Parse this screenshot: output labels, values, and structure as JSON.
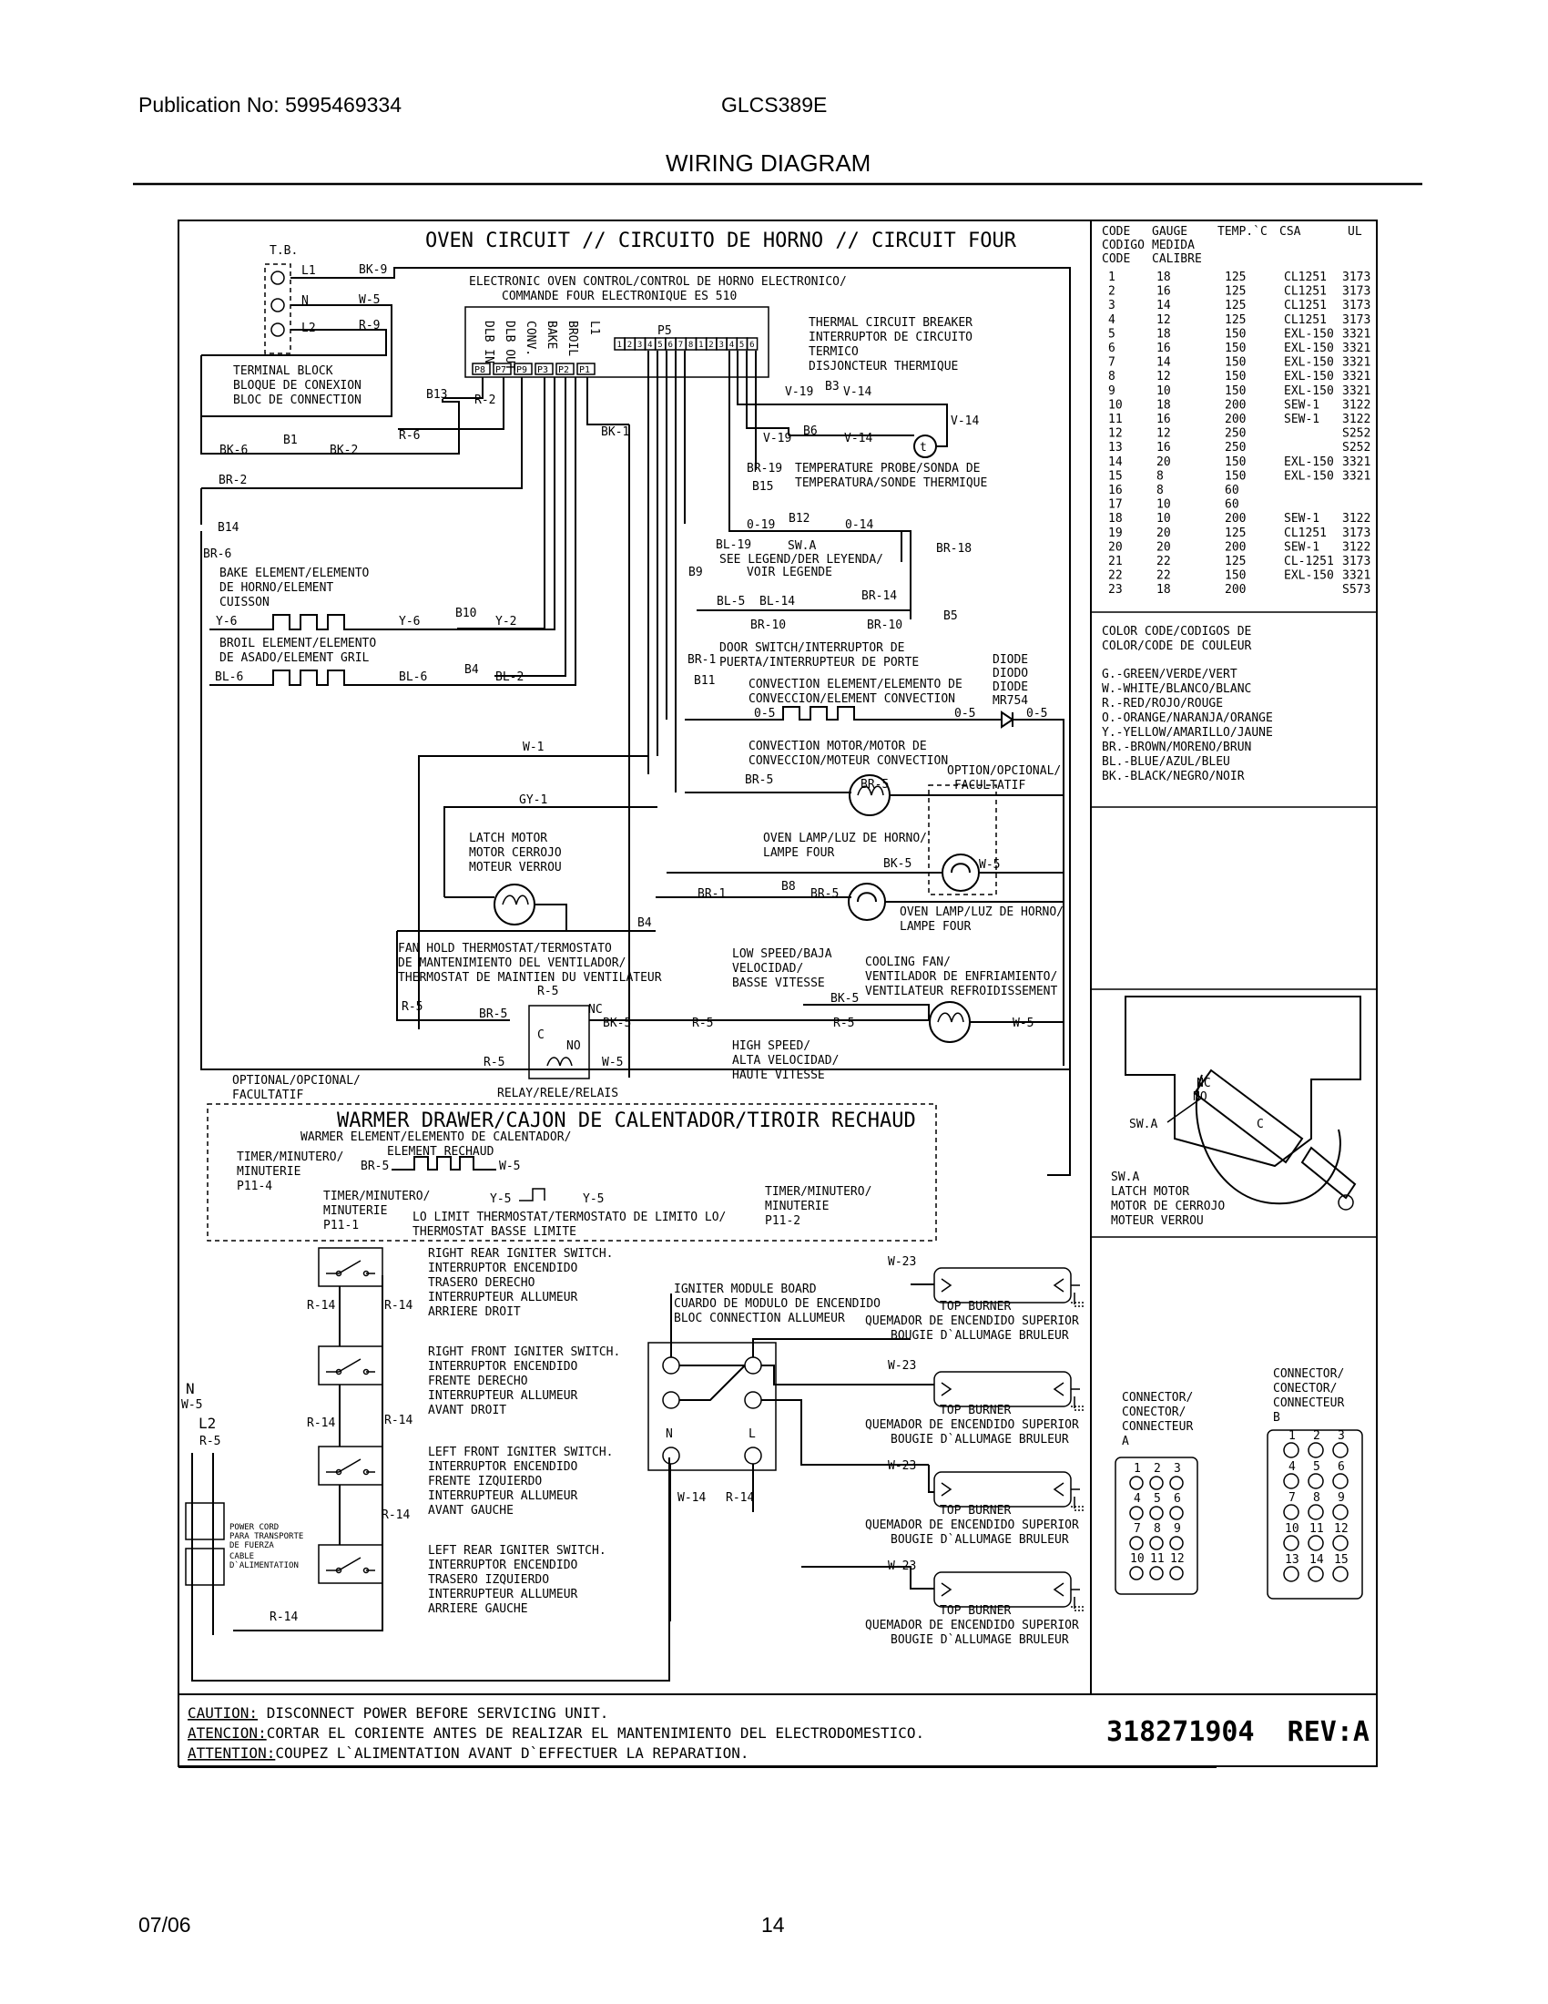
{
  "header": {
    "publication": "Publication No: 5995469334",
    "model": "GLCS389E",
    "title": "WIRING DIAGRAM"
  },
  "footer": {
    "date": "07/06",
    "page": "14"
  },
  "diagram": {
    "oven_title": "OVEN CIRCUIT // CIRCUITO DE HORNO // CIRCUIT FOUR",
    "terminal_block": {
      "tb": "T.B.",
      "l1": "L1",
      "n": "N",
      "l2": "L2",
      "wires": [
        "BK-9",
        "W-5",
        "R-9"
      ],
      "label": [
        "TERMINAL BLOCK",
        "BLOQUE DE CONEXION",
        "BLOC DE CONNECTION"
      ]
    },
    "control": {
      "label": [
        "ELECTRONIC OVEN CONTROL/CONTROL DE HORNO ELECTRONICO/",
        "COMMANDE FOUR ELECTRONIQUE ES 510"
      ],
      "outputs": [
        "DLB IN",
        "DLB OUT",
        "CONV.",
        "BAKE",
        "BROIL",
        "L1"
      ],
      "pins": [
        "P8",
        "P7",
        "P9",
        "P3",
        "P2",
        "P1"
      ],
      "p5": "P5",
      "p5_pins": [
        "1",
        "2",
        "3",
        "4",
        "5",
        "6",
        "7",
        "8",
        "1",
        "2",
        "3",
        "4",
        "5",
        "6"
      ]
    },
    "breaker": [
      "THERMAL CIRCUIT BREAKER",
      "INTERRUPTOR DE CIRCUITO",
      "TERMICO",
      "DISJONCTEUR THERMIQUE"
    ],
    "probe": [
      "TEMPERATURE PROBE/SONDA DE",
      "TEMPERATURA/SONDE THERMIQUE"
    ],
    "bake": [
      "BAKE ELEMENT/ELEMENTO",
      "DE HORNO/ELEMENT",
      "CUISSON"
    ],
    "broil": [
      "BROIL ELEMENT/ELEMENTO",
      "DE ASADO/ELEMENT GRIL"
    ],
    "sw_legend": [
      "SEE LEGEND/DER LEYENDA/",
      "VOIR LEGENDE"
    ],
    "door": [
      "DOOR SWITCH/INTERRUPTOR DE",
      "PUERTA/INTERRUPTEUR DE PORTE"
    ],
    "conv_element": [
      "CONVECTION ELEMENT/ELEMENTO DE",
      "CONVECCION/ELEMENT CONVECTION"
    ],
    "diode": [
      "DIODE",
      "DIODO",
      "DIODE",
      "MR754"
    ],
    "conv_motor": [
      "CONVECTION MOTOR/MOTOR DE",
      "CONVECCION/MOTEUR CONVECTION"
    ],
    "optional": [
      "OPTION/OPCIONAL/",
      "FACULTATIF"
    ],
    "latch": [
      "LATCH MOTOR",
      "MOTOR CERROJO",
      "MOTEUR VERROU"
    ],
    "lamp1": [
      "OVEN LAMP/LUZ DE HORNO/",
      "LAMPE FOUR"
    ],
    "lamp2": [
      "OVEN LAMP/LUZ DE HORNO/",
      "LAMPE FOUR"
    ],
    "fan_thermo": [
      "FAN HOLD THERMOSTAT/TERMOSTATO",
      "DE MANTENIMIENTO DEL VENTILADOR/",
      "THERMOSTAT DE MAINTIEN DU VENTILATEUR"
    ],
    "low_speed": [
      "LOW SPEED/BAJA",
      "VELOCIDAD/",
      "BASSE VITESSE"
    ],
    "cooling_fan": [
      "COOLING FAN/",
      "VENTILADOR DE ENFRIAMIENTO/",
      "VENTILATEUR REFROIDISSEMENT"
    ],
    "high_speed": [
      "HIGH SPEED/",
      "ALTA VELOCIDAD/",
      "HAUTE VITESSE"
    ],
    "relay": "RELAY/RELE/RELAIS",
    "optional2": [
      "OPTIONAL/OPCIONAL/",
      "FACULTATIF"
    ],
    "warmer_title": "WARMER DRAWER/CAJON DE CALENTADOR/TIROIR RECHAUD",
    "warmer_element": [
      "WARMER ELEMENT/ELEMENTO DE CALENTADOR/",
      "ELEMENT RECHAUD"
    ],
    "timer1": [
      "TIMER/MINUTERO/",
      "MINUTERIE",
      "P11-4"
    ],
    "timer2": [
      "TIMER/MINUTERO/",
      "MINUTERIE",
      "P11-1"
    ],
    "timer3": [
      "TIMER/MINUTERO/",
      "MINUTERIE",
      "P11-2"
    ],
    "lo_limit": [
      "LO LIMIT THERMOSTAT/TERMOSTATO DE LIMITO LO/",
      "THERMOSTAT BASSE LIMITE"
    ],
    "switches": [
      [
        "RIGHT REAR IGNITER SWITCH.",
        "INTERRUPTOR ENCENDIDO",
        "TRASERO DERECHO",
        "INTERRUPTEUR ALLUMEUR",
        "ARRIERE DROIT"
      ],
      [
        "RIGHT FRONT IGNITER SWITCH.",
        "INTERRUPTOR ENCENDIDO",
        "FRENTE DERECHO",
        "INTERRUPTEUR ALLUMEUR",
        "AVANT DROIT"
      ],
      [
        "LEFT FRONT IGNITER SWITCH.",
        "INTERRUPTOR ENCENDIDO",
        "FRENTE IZQUIERDO",
        "INTERRUPTEUR ALLUMEUR",
        "AVANT GAUCHE"
      ],
      [
        "LEFT REAR IGNITER SWITCH.",
        "INTERRUPTOR ENCENDIDO",
        "TRASERO IZQUIERDO",
        "INTERRUPTEUR ALLUMEUR",
        "ARRIERE GAUCHE"
      ]
    ],
    "igniter_board": [
      "IGNITER MODULE BOARD",
      "CUARDO DE MODULO DE ENCENDIDO",
      "BLOC CONNECTION ALLUMEUR"
    ],
    "burner": [
      "TOP BURNER",
      "QUEMADOR DE ENCENDIDO SUPERIOR",
      "BOUGIE D`ALLUMAGE BRULEUR"
    ],
    "power_cord": [
      "POWER CORD",
      "PARA TRANSPORTE",
      "DE FUERZA",
      "CABLE",
      "D`ALIMENTATION"
    ],
    "n_label": "N",
    "l2_label": "L2"
  },
  "wire_table": {
    "headers": [
      [
        "CODE",
        "CODIGO",
        "CODE"
      ],
      [
        "GAUGE",
        "MEDIDA",
        "CALIBRE"
      ],
      [
        "TEMP.`C"
      ],
      [
        "CSA"
      ],
      [
        "UL"
      ]
    ],
    "rows": [
      [
        "1",
        "18",
        "125",
        "CL1251",
        "3173"
      ],
      [
        "2",
        "16",
        "125",
        "CL1251",
        "3173"
      ],
      [
        "3",
        "14",
        "125",
        "CL1251",
        "3173"
      ],
      [
        "4",
        "12",
        "125",
        "CL1251",
        "3173"
      ],
      [
        "5",
        "18",
        "150",
        "EXL-150",
        "3321"
      ],
      [
        "6",
        "16",
        "150",
        "EXL-150",
        "3321"
      ],
      [
        "7",
        "14",
        "150",
        "EXL-150",
        "3321"
      ],
      [
        "8",
        "12",
        "150",
        "EXL-150",
        "3321"
      ],
      [
        "9",
        "10",
        "150",
        "EXL-150",
        "3321"
      ],
      [
        "10",
        "18",
        "200",
        "SEW-1",
        "3122"
      ],
      [
        "11",
        "16",
        "200",
        "SEW-1",
        "3122"
      ],
      [
        "12",
        "12",
        "250",
        "",
        "S252"
      ],
      [
        "13",
        "16",
        "250",
        "",
        "S252"
      ],
      [
        "14",
        "20",
        "150",
        "EXL-150",
        "3321"
      ],
      [
        "15",
        "8",
        "150",
        "EXL-150",
        "3321"
      ],
      [
        "16",
        "8",
        "60",
        "",
        ""
      ],
      [
        "17",
        "10",
        "60",
        "",
        ""
      ],
      [
        "18",
        "10",
        "200",
        "SEW-1",
        "3122"
      ],
      [
        "19",
        "20",
        "125",
        "CL1251",
        "3173"
      ],
      [
        "20",
        "20",
        "200",
        "SEW-1",
        "3122"
      ],
      [
        "21",
        "22",
        "125",
        "CL-1251",
        "3173"
      ],
      [
        "22",
        "22",
        "150",
        "EXL-150",
        "3321"
      ],
      [
        "23",
        "18",
        "200",
        "",
        "S573"
      ]
    ]
  },
  "color_code": {
    "title": [
      "COLOR CODE/CODIGOS DE",
      "COLOR/CODE DE COULEUR"
    ],
    "items": [
      "G.-GREEN/VERDE/VERT",
      "W.-WHITE/BLANCO/BLANC",
      "R.-RED/ROJO/ROUGE",
      "O.-ORANGE/NARANJA/ORANGE",
      "Y.-YELLOW/AMARILLO/JAUNE",
      "BR.-BROWN/MORENO/BRUN",
      "BL.-BLUE/AZUL/BLEU",
      "BK.-BLACK/NEGRO/NOIR"
    ]
  },
  "latch_detail": {
    "sw_a": "SW.A",
    "no": "NO",
    "nc": "NC",
    "c": "C",
    "label": [
      "SW.A",
      "LATCH MOTOR",
      "MOTOR DE CERROJO",
      "MOTEUR VERROU"
    ]
  },
  "connectors": {
    "a": [
      "CONNECTOR/",
      "CONECTOR/",
      "CONNECTEUR",
      "A"
    ],
    "b": [
      "CONNECTOR/",
      "CONECTOR/",
      "CONNECTEUR",
      "B"
    ],
    "a_pins": [
      "1",
      "2",
      "3",
      "4",
      "5",
      "6",
      "7",
      "8",
      "9",
      "10",
      "11",
      "12"
    ],
    "b_pins": [
      "1",
      "2",
      "3",
      "4",
      "5",
      "6",
      "7",
      "8",
      "9",
      "10",
      "11",
      "12",
      "13",
      "14",
      "15"
    ]
  },
  "caution": [
    {
      "label": "CAUTION:",
      "text": " DISCONNECT POWER BEFORE SERVICING UNIT."
    },
    {
      "label": "ATENCION:",
      "text": "CORTAR EL CORIENTE ANTES DE REALIZAR EL MANTENIMIENTO DEL ELECTRODOMESTICO."
    },
    {
      "label": "ATTENTION:",
      "text": "COUPEZ L`ALIMENTATION AVANT D`EFFECTUER LA REPARATION."
    }
  ],
  "part_number": "318271904  REV:A"
}
